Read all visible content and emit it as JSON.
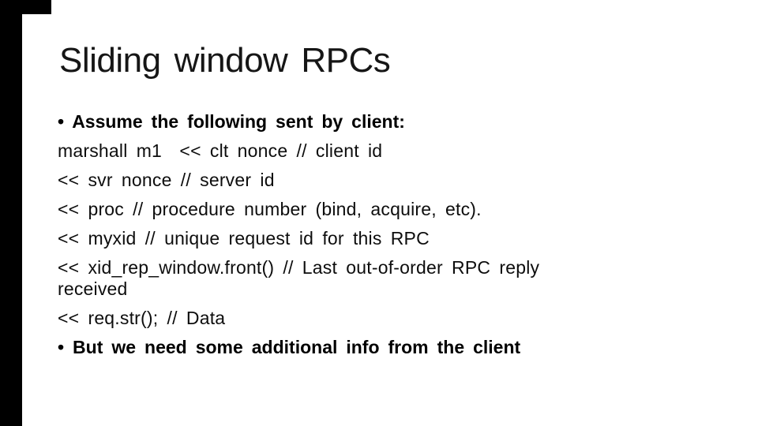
{
  "slide": {
    "title": "Sliding window RPCs",
    "body": {
      "lines": [
        {
          "text": "• Assume the following sent by client:",
          "style": "bullet-bold"
        },
        {
          "text": "marshall m1  << clt nonce // client id",
          "style": "code"
        },
        {
          "text": "<< svr nonce // server id",
          "style": "code"
        },
        {
          "text": "<< proc // procedure number (bind, acquire, etc).",
          "style": "code"
        },
        {
          "text": "<< myxid // unique request id for this RPC",
          "style": "code"
        },
        {
          "text": "<< xid_rep_window.front() // Last out-of-order RPC reply",
          "style": "code"
        },
        {
          "text": "received",
          "style": "code-continuation"
        },
        {
          "text": "<< req.str(); // Data",
          "style": "code"
        },
        {
          "text": "• But we need some additional info from the client",
          "style": "bullet-bold"
        }
      ]
    }
  },
  "colors": {
    "background": "#ffffff",
    "text": "#000000",
    "edge_bars": "#000000"
  }
}
